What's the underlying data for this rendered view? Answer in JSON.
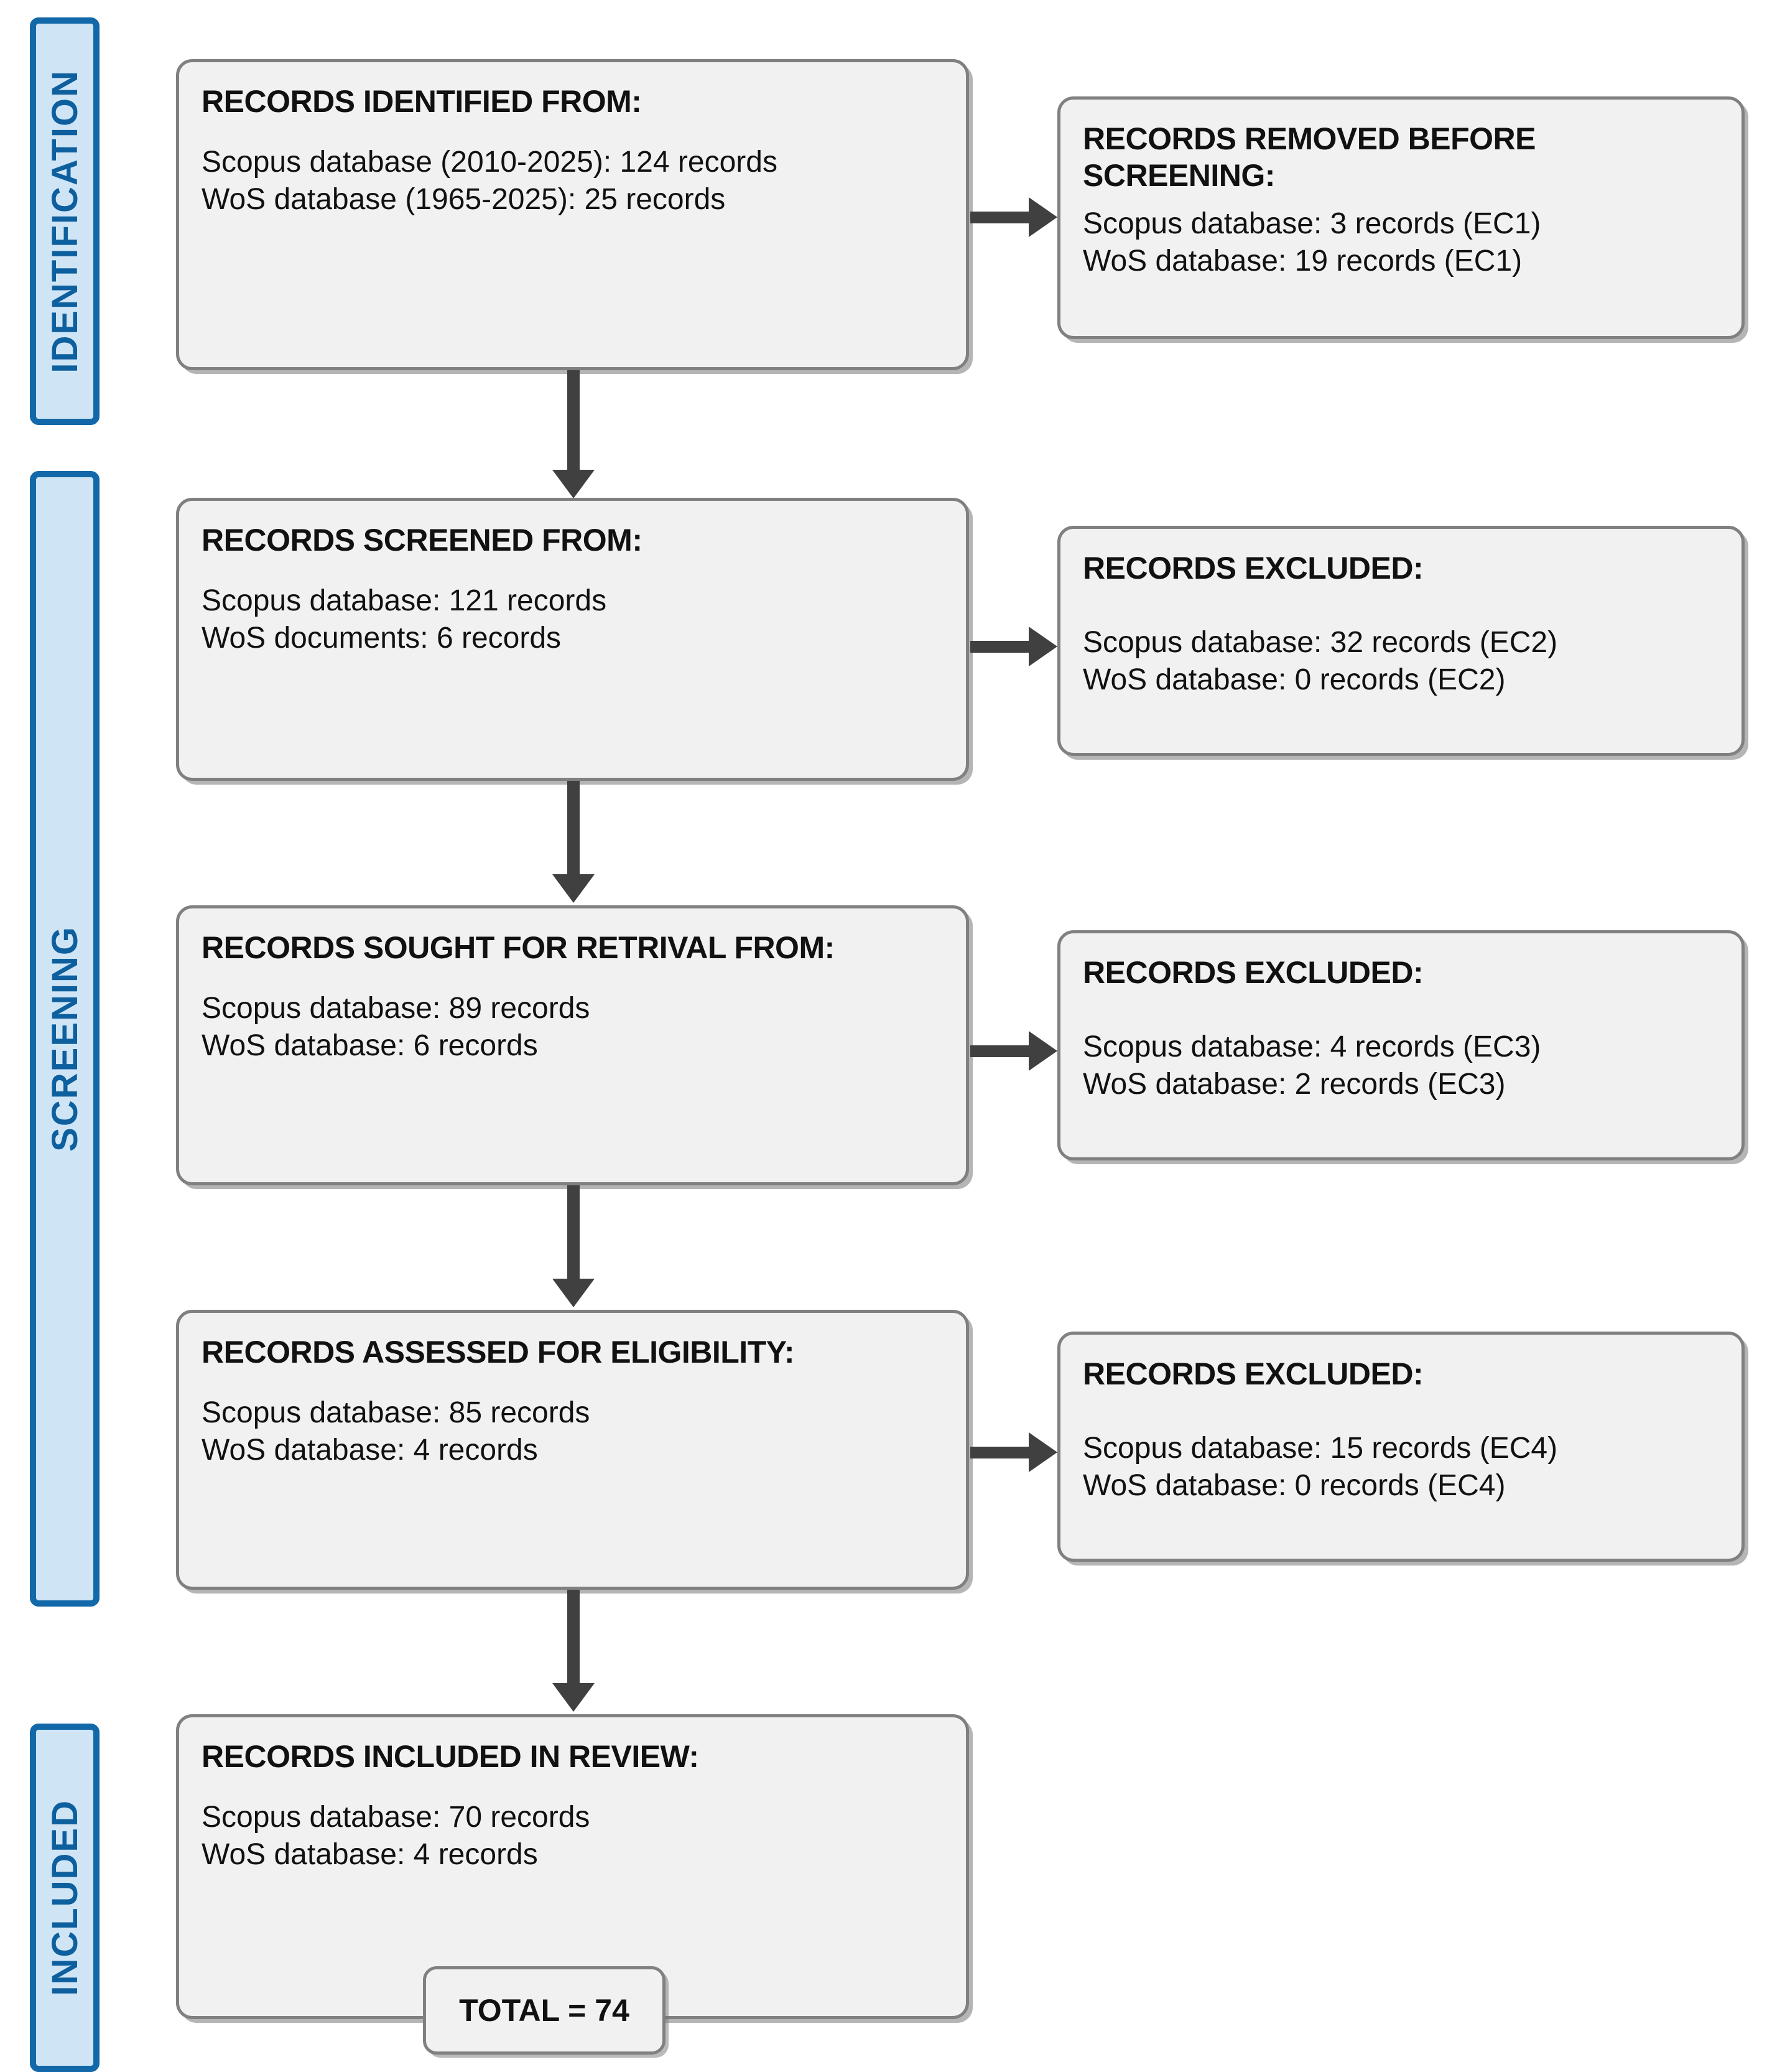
{
  "diagram": {
    "type": "prisma-flow-diagram",
    "colors": {
      "stage_bar_fill": "#cfe5f6",
      "stage_bar_border": "#1268a8",
      "stage_bar_text": "#0d5f9e",
      "box_fill": "#f1f1f1",
      "box_border": "#808080",
      "arrow": "#404040",
      "text": "#111111",
      "background": "#ffffff"
    }
  },
  "stages": [
    {
      "id": "identification",
      "label": "IDENTIFICATION"
    },
    {
      "id": "screening",
      "label": "SCREENING"
    },
    {
      "id": "included",
      "label": "INCLUDED"
    }
  ],
  "main_boxes": [
    {
      "id": "records-identified",
      "title": "RECORDS IDENTIFIED FROM:",
      "lines": [
        "Scopus database (2010-2025):  124 records",
        "WoS database (1965-2025):  25 records"
      ]
    },
    {
      "id": "records-screened",
      "title": "RECORDS SCREENED FROM:",
      "lines": [
        "Scopus database: 121 records",
        "WoS documents: 6 records"
      ]
    },
    {
      "id": "records-sought",
      "title": "RECORDS SOUGHT FOR RETRIVAL FROM:",
      "lines": [
        "Scopus database: 89 records",
        "WoS database: 6 records"
      ]
    },
    {
      "id": "records-assessed",
      "title": "RECORDS ASSESSED FOR ELIGIBILITY:",
      "lines": [
        "Scopus database: 85 records",
        "WoS database: 4 records"
      ]
    },
    {
      "id": "records-included",
      "title": "RECORDS INCLUDED IN REVIEW:",
      "lines": [
        "Scopus database: 70 records",
        "WoS database: 4 records"
      ]
    }
  ],
  "side_boxes": [
    {
      "id": "records-removed-before-screening",
      "title": "RECORDS REMOVED BEFORE SCREENING:",
      "lines": [
        "Scopus database: 3 records (EC1)",
        "WoS database: 19 records (EC1)"
      ]
    },
    {
      "id": "records-excluded-ec2",
      "title": "RECORDS EXCLUDED:",
      "lines": [
        "Scopus database: 32 records (EC2)",
        "WoS database: 0 records (EC2)"
      ]
    },
    {
      "id": "records-excluded-ec3",
      "title": "RECORDS EXCLUDED:",
      "lines": [
        "Scopus database: 4 records (EC3)",
        "WoS database: 2 records (EC3)"
      ]
    },
    {
      "id": "records-excluded-ec4",
      "title": "RECORDS EXCLUDED:",
      "lines": [
        "Scopus database: 15 records (EC4)",
        "WoS database: 0 records (EC4)"
      ]
    }
  ],
  "total_badge": {
    "label": "TOTAL = 74",
    "value": 74
  },
  "chart_data": {
    "type": "table",
    "title": "PRISMA flow of records through the review",
    "stages": [
      "IDENTIFICATION",
      "SCREENING",
      "INCLUDED"
    ],
    "categories": [
      "Identified",
      "Removed before screening",
      "Screened",
      "Excluded (EC2)",
      "Sought for retrival",
      "Excluded (EC3)",
      "Assessed for eligibility",
      "Excluded (EC4)",
      "Included in review"
    ],
    "series": [
      {
        "name": "Scopus database",
        "values": [
          124,
          3,
          121,
          32,
          89,
          4,
          85,
          15,
          70
        ]
      },
      {
        "name": "WoS database",
        "values": [
          25,
          19,
          6,
          0,
          6,
          2,
          4,
          0,
          4
        ]
      }
    ],
    "annotations": [
      "Scopus coverage years: 2010-2025",
      "WoS coverage years: 1965-2025",
      "TOTAL = 74"
    ]
  }
}
